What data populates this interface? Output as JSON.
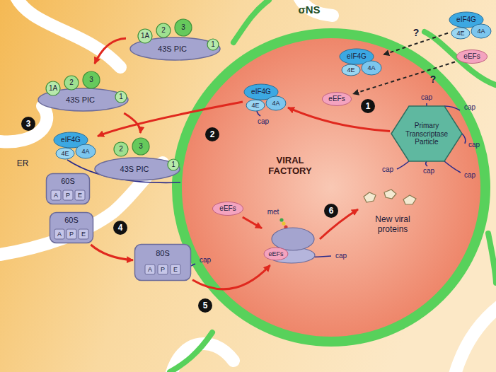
{
  "diagram": {
    "nodes": [
      {
        "text": [
          "43S PIC"
        ]
      },
      {
        "text": [
          "1A"
        ],
        "in": 0
      },
      {
        "text": [
          "2"
        ],
        "in": 0
      },
      {
        "text": [
          "3"
        ],
        "in": 0
      },
      {
        "text": [
          "1"
        ],
        "in": 0
      },
      {
        "text": [
          "eIF4G",
          "4E",
          "4A"
        ]
      },
      {
        "text": [
          "eEFs"
        ]
      },
      {
        "text": [
          "43S PIC"
        ]
      },
      {
        "text": [
          "1A"
        ],
        "in": 7
      },
      {
        "text": [
          "2"
        ],
        "in": 7
      },
      {
        "text": [
          "3"
        ],
        "in": 7
      },
      {
        "text": [
          "1"
        ],
        "in": 7
      },
      {
        "text": [
          "eIF4G",
          "4E",
          "4A"
        ]
      },
      {
        "text": [
          "43S PIC"
        ]
      },
      {
        "text": [
          "2"
        ],
        "in": 13
      },
      {
        "text": [
          "3"
        ],
        "in": 13
      },
      {
        "text": [
          "1"
        ],
        "in": 13
      },
      {
        "text": [
          "60S",
          "A",
          "P",
          "E"
        ]
      },
      {
        "text": [
          "60S",
          "A",
          "P",
          "E"
        ]
      },
      {
        "text": [
          "80S",
          "A",
          "P",
          "E"
        ]
      },
      {
        "text": [
          "VIRAL FACTORY"
        ]
      },
      {
        "text": [
          "eIF4G",
          "4E",
          "4A"
        ],
        "in": 20
      },
      {
        "text": [
          "eIF4G",
          "4E",
          "4A"
        ],
        "in": 20
      },
      {
        "text": [
          "eEFs"
        ],
        "in": 20
      },
      {
        "text": [
          "Primary Transcriptase Particle"
        ],
        "in": 20
      },
      {
        "text": [
          "eEFs"
        ],
        "in": 20
      },
      {
        "text": [
          "eEFs"
        ],
        "in": 20
      }
    ],
    "edges": [
      {
        "from": 5,
        "to": 22,
        "arrow": "to"
      },
      {
        "from": 6,
        "to": 23,
        "arrow": "to"
      },
      {
        "from": 24,
        "to": 21,
        "arrow": "to"
      },
      {
        "from": 21,
        "to": 12,
        "arrow": "to"
      },
      {
        "from": 0,
        "to": 7,
        "arrow": "to"
      },
      {
        "from": 7,
        "to": 13,
        "arrow": "to"
      },
      {
        "from": 18,
        "to": 19,
        "arrow": "to"
      },
      {
        "from": 19,
        "to": 26,
        "arrow": "to"
      },
      {
        "from": 25,
        "to": 26,
        "arrow": "to"
      }
    ],
    "labels": [
      "σNS",
      "ER",
      "?",
      "?",
      "1",
      "2",
      "3",
      "4",
      "5",
      "6",
      "cap",
      "cap",
      "cap",
      "cap",
      "cap",
      "cap",
      "cap",
      "cap",
      "cap",
      "met",
      "New viral proteins"
    ]
  }
}
